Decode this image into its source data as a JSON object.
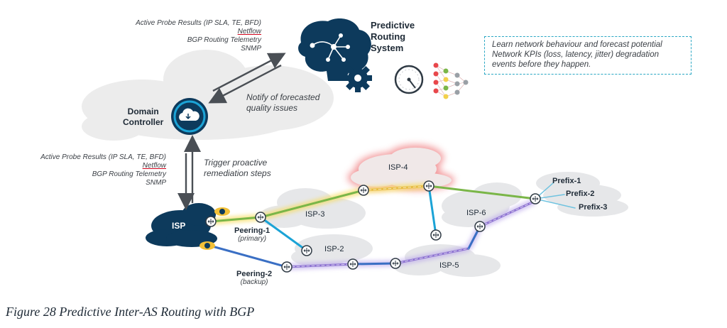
{
  "top_probe": {
    "line1": "Active Probe Results (IP SLA, TE, BFD)",
    "line2": "Netflow",
    "line3": "BGP Routing Telemetry",
    "line4": "SNMP"
  },
  "left_probe": {
    "line1": "Active Probe Results (IP SLA, TE, BFD)",
    "line2": "Netflow",
    "line3": "BGP Routing Telemetry",
    "line4": "SNMP"
  },
  "predictive_system": {
    "line1": "Predictive",
    "line2": "Routing",
    "line3": "System"
  },
  "callout_text": "Learn network behaviour and forecast potential Network KPIs (loss, latency, jitter) degradation events before they happen.",
  "notify": {
    "line1": "Notify of forecasted",
    "line2": "quality issues"
  },
  "domain_controller": {
    "line1": "Domain",
    "line2": "Controller"
  },
  "trigger": {
    "line1": "Trigger proactive",
    "line2": "remediation steps"
  },
  "nodes": {
    "isp": "ISP",
    "isp2": "ISP-2",
    "isp3": "ISP-3",
    "isp4": "ISP-4",
    "isp5": "ISP-5",
    "isp6": "ISP-6"
  },
  "peering1": {
    "name": "Peering-1",
    "role": "(primary)"
  },
  "peering2": {
    "name": "Peering-2",
    "role": "(backup)"
  },
  "prefixes": [
    "Prefix-1",
    "Prefix-2",
    "Prefix-3"
  ],
  "caption": "Figure 28 Predictive Inter-AS Routing with BGP",
  "colors": {
    "navy": "#0d3a5c",
    "cyan": "#1ba3d6",
    "green": "#7ab648",
    "yellow": "#f2d04b",
    "purple": "#8a6fd0",
    "blue": "#3a6fc4",
    "red_glow": "#e8474b",
    "cloud": "#e3e4e6"
  },
  "icons": [
    "brain-gear-icon",
    "gauge-icon",
    "neural-network-icon",
    "cloud-sync-icon",
    "eye-icon",
    "router-icon"
  ]
}
